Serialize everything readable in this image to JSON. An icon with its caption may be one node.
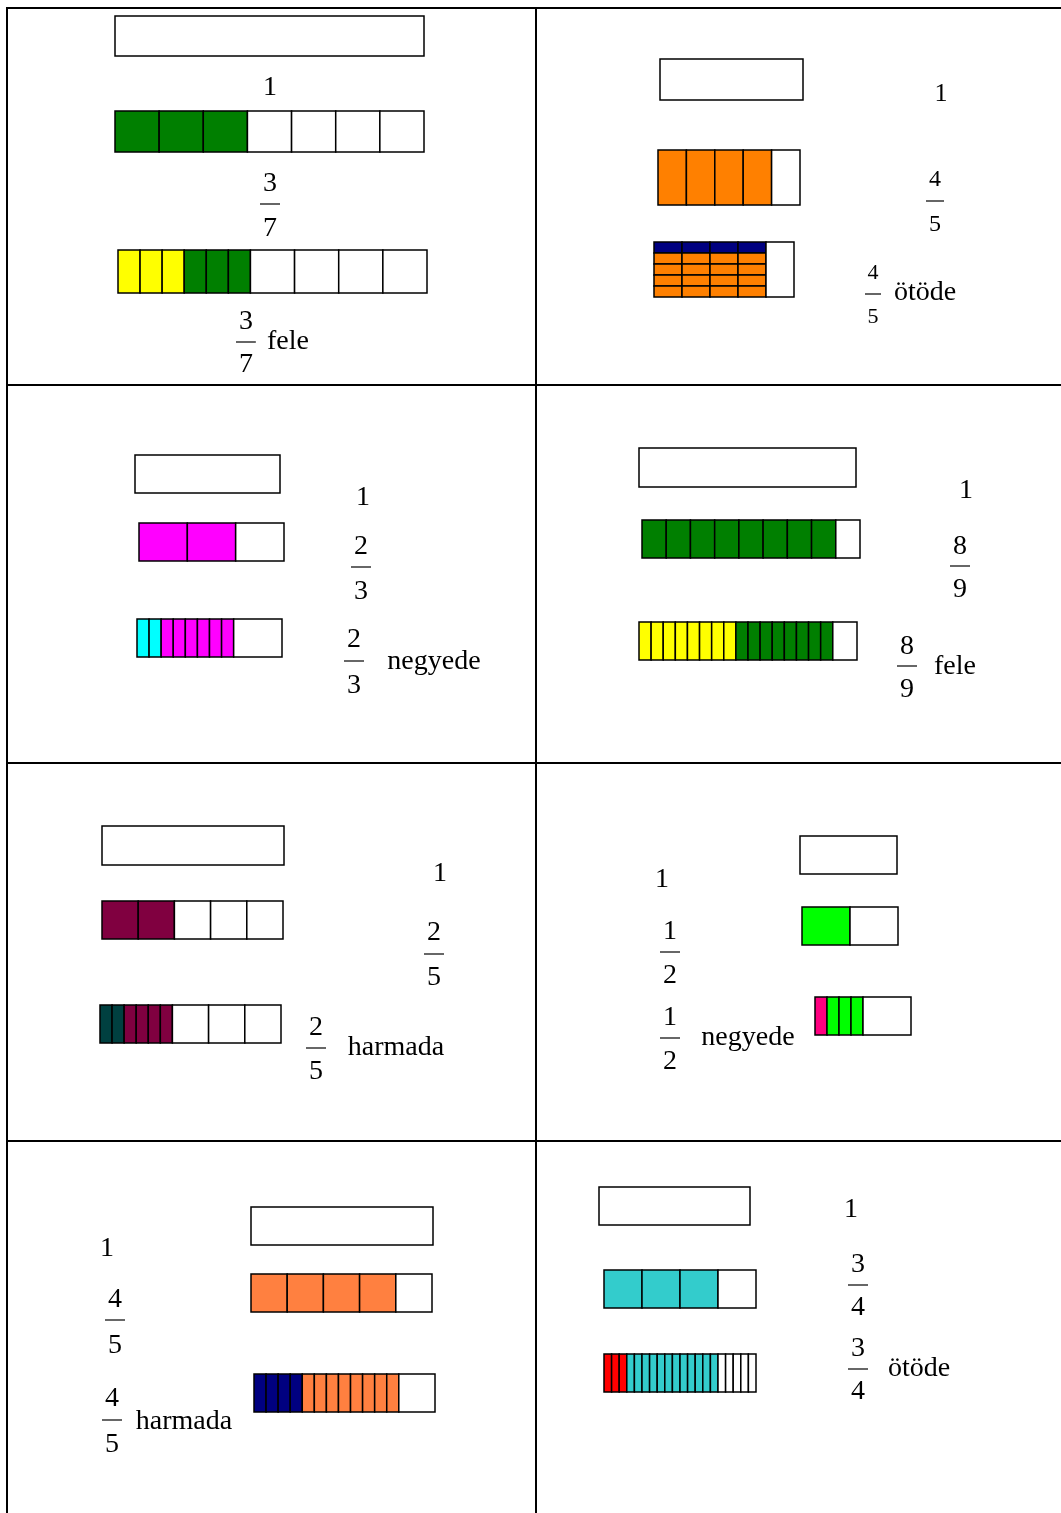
{
  "diagram": {
    "labels": [
      "1",
      "3",
      "7",
      "3",
      "7",
      "fele",
      "1",
      "4",
      "5",
      "4",
      "5",
      "ötöde",
      "1",
      "2",
      "3",
      "2",
      "3",
      "negyede",
      "1",
      "8",
      "9",
      "8",
      "9",
      "fele",
      "1",
      "2",
      "5",
      "2",
      "5",
      "harmada",
      "1",
      "1",
      "2",
      "1",
      "2",
      "negyede",
      "1",
      "4",
      "5",
      "4",
      "5",
      "harmada",
      "1",
      "3",
      "4",
      "3",
      "4",
      "ötöde"
    ]
  }
}
